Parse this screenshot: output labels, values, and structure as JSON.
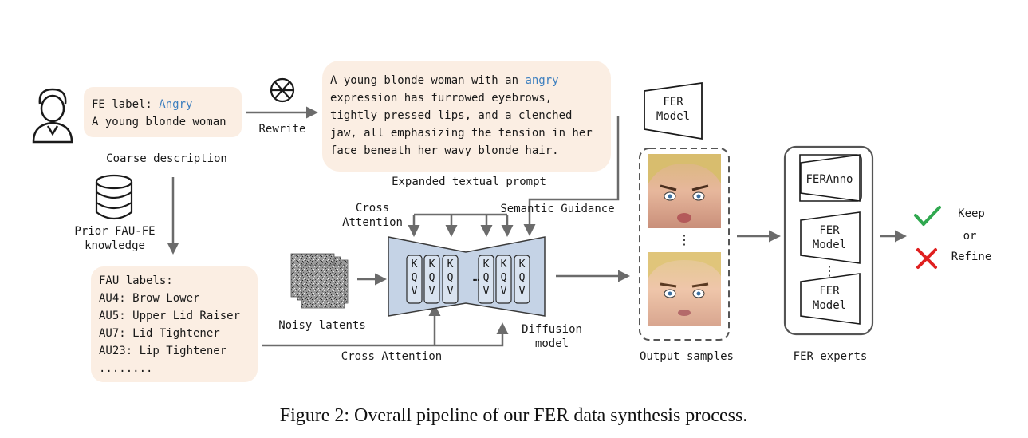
{
  "coarse": {
    "fe_prefix": "FE label: ",
    "fe_value": "Angry",
    "subject": "A young blonde woman",
    "caption": "Coarse description"
  },
  "rewrite_label": "Rewrite",
  "expanded": {
    "line1_pre": "A young blonde woman with an ",
    "line1_hl": "angry",
    "line2": "expression has furrowed eyebrows,",
    "line3": "tightly pressed lips, and a clenched",
    "line4": "jaw, all emphasizing the tension in her",
    "line5": "face beneath her wavy blonde hair.",
    "caption": "Expanded textual prompt"
  },
  "fer_model": {
    "line1": "FER",
    "line2": "Model"
  },
  "prior": {
    "line1": "Prior FAU-FE",
    "line2": "knowledge"
  },
  "fau": {
    "title": "FAU labels:",
    "items": [
      "AU4: Brow Lower",
      "AU5: Upper Lid Raiser",
      "AU7: Lid Tightener",
      "AU23: Lip Tightener"
    ],
    "ellipsis": "........"
  },
  "cross_attention_top": {
    "line1": "Cross",
    "line2": "Attention"
  },
  "semantic_guidance": "Semantic Guidance",
  "cross_attention_bottom": "Cross Attention",
  "kqv_letters": [
    "K",
    "Q",
    "V"
  ],
  "unet_dots": "…",
  "noisy_latents": "Noisy latents",
  "diffusion": {
    "line1": "Diffusion",
    "line2": "model"
  },
  "output_samples": "Output samples",
  "fer_experts": {
    "caption": "FER experts",
    "anno": "FERAnno",
    "model1": [
      "FER",
      "Model"
    ],
    "model2": [
      "FER",
      "Model"
    ]
  },
  "decision": {
    "keep": "Keep",
    "or": "or",
    "refine": "Refine"
  },
  "figure_caption": "Figure 2: Overall pipeline of our FER data synthesis process.",
  "colors": {
    "highlight": "#3d7fbf",
    "bubble": "#fbeee3",
    "unet": "#c5d3e6",
    "arrow": "#6b6b6b",
    "check": "#2fa84f",
    "cross": "#e02020"
  }
}
